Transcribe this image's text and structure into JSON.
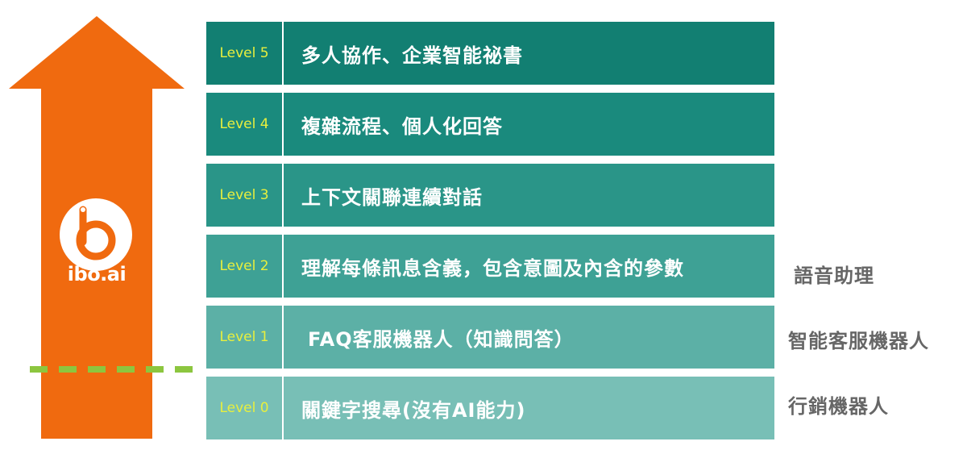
{
  "brand": {
    "logo_text": "ibo.ai"
  },
  "colors": {
    "arrow": "#f06a0f",
    "dashed_line": "#8cc63f",
    "level_label_text": "#e8ef3e",
    "level_5": "#127f72",
    "level_4": "#1a8a7d",
    "level_3": "#2a9588",
    "level_2": "#3ea195",
    "level_1": "#5cb0a6",
    "level_0": "#78bfb6"
  },
  "levels": [
    {
      "label": "Level 5",
      "text": "多人協作、企業智能祕書"
    },
    {
      "label": "Level 4",
      "text": "複雜流程、個人化回答"
    },
    {
      "label": "Level 3",
      "text": "上下文關聯連續對話"
    },
    {
      "label": "Level 2",
      "text": "理解每條訊息含義，包含意圖及內含的參數"
    },
    {
      "label": "Level 1",
      "text": "FAQ客服機器人（知識問答）"
    },
    {
      "label": "Level 0",
      "text": "關鍵字搜尋(沒有AI能力)"
    }
  ],
  "side_labels": {
    "level_2": "語音助理",
    "level_1": "智能客服機器人",
    "level_0": "行銷機器人"
  }
}
